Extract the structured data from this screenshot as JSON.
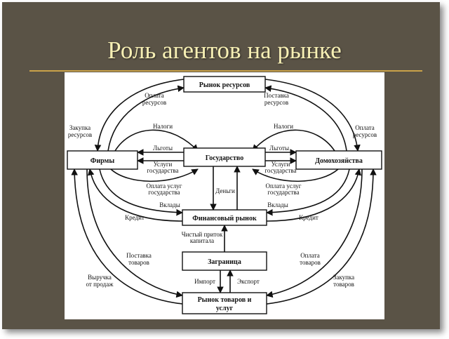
{
  "slide": {
    "title": "Роль агентов на рынке"
  },
  "colors": {
    "frame": "#5a5346",
    "title_text": "#f6efb4",
    "rule": "#c9a24a",
    "diagram_bg": "#ffffff",
    "ink": "#111111"
  },
  "diagram": {
    "nodes": {
      "resource_market": "Рынок ресурсов",
      "firms": "Фирмы",
      "government": "Государство",
      "households": "Домохозяйства",
      "financial_market": "Финансовый рынок",
      "abroad": "Заграница",
      "goods_market_line1": "Рынок товаров и",
      "goods_market_line2": "услуг"
    },
    "labels": {
      "payment_resources_l1": "Оплата",
      "payment_resources_l2": "ресурсов",
      "supply_resources_l1": "Поставка",
      "supply_resources_l2": "ресурсов",
      "purchase_resources_l1": "Закупка",
      "purchase_resources_l2": "ресурсов",
      "payment_resources_right_l1": "Оплата",
      "payment_resources_right_l2": "ресурсов",
      "taxes_left": "Налоги",
      "taxes_right": "Налоги",
      "benefits_left": "Льготы",
      "benefits_right": "Льготы",
      "gov_services_left_l1": "Услуги",
      "gov_services_left_l2": "государства",
      "gov_services_right_l1": "Услуги",
      "gov_services_right_l2": "государства",
      "payment_services_left_l1": "Оплата услуг",
      "payment_services_left_l2": "государства",
      "payment_services_right_l1": "Оплата услуг",
      "payment_services_right_l2": "государства",
      "money": "Деньги",
      "deposits_left": "Вклады",
      "deposits_right": "Вклады",
      "credit_left": "Кредит",
      "credit_right": "Кредит",
      "net_inflow_l1": "Чистый приток",
      "net_inflow_l2": "капитала",
      "supply_goods_l1": "Поставка",
      "supply_goods_l2": "товаров",
      "payment_goods_l1": "Оплата",
      "payment_goods_l2": "товаров",
      "revenue_l1": "Выручка",
      "revenue_l2": "от продаж",
      "purchase_goods_l1": "Закупка",
      "purchase_goods_l2": "товаров",
      "import": "Импорт",
      "export": "Экспорт"
    }
  }
}
